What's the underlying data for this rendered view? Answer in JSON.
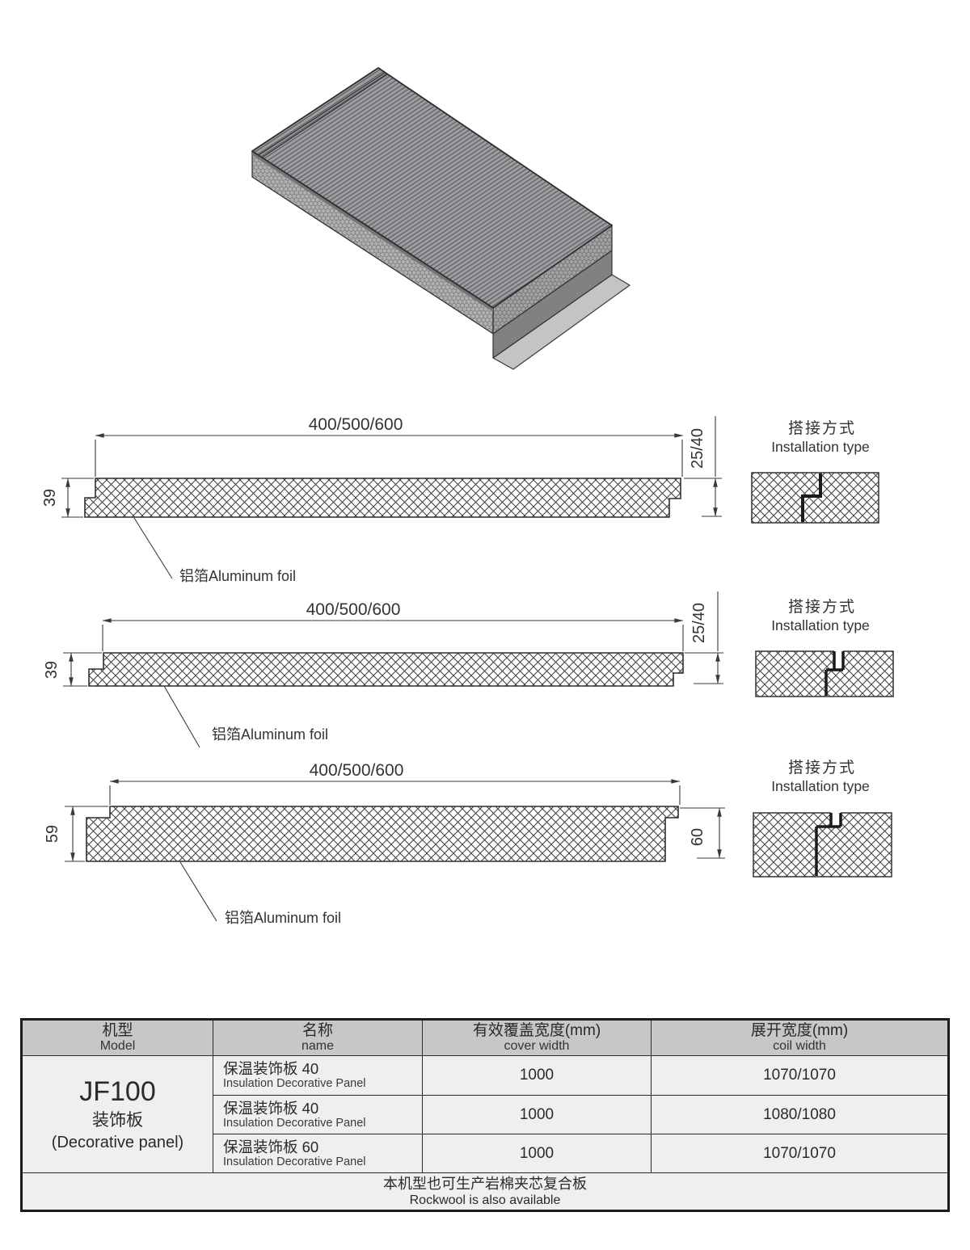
{
  "page": {
    "background": "#ffffff"
  },
  "hero": {
    "alt": "Isometric drawing of insulation decorative panel with ribbed top sheet, foam core and bottom flange"
  },
  "sections": [
    {
      "width_label": "400/500/600",
      "left_thickness": "39",
      "right_thickness": "25/40",
      "foil_label": "铝箔Aluminum foil",
      "install_zh": "搭接方式",
      "install_en": "Installation type"
    },
    {
      "width_label": "400/500/600",
      "left_thickness": "39",
      "right_thickness": "25/40",
      "foil_label": "铝箔Aluminum foil",
      "install_zh": "搭接方式",
      "install_en": "Installation type"
    },
    {
      "width_label": "400/500/600",
      "left_thickness": "59",
      "right_thickness": "60",
      "foil_label": "铝箔Aluminum foil",
      "install_zh": "搭接方式",
      "install_en": "Installation type"
    }
  ],
  "table": {
    "headers": [
      {
        "zh": "机型",
        "en": "Model"
      },
      {
        "zh": "名称",
        "en": "name"
      },
      {
        "zh": "有效覆盖宽度(mm)",
        "en": "cover width"
      },
      {
        "zh": "展开宽度(mm)",
        "en": "coil width"
      }
    ],
    "model": {
      "code": "JF100",
      "zh": "装饰板",
      "en": "(Decorative panel)"
    },
    "rows": [
      {
        "name_zh": "保温装饰板 40",
        "name_en": "Insulation Decorative Panel",
        "cover": "1000",
        "coil": "1070/1070"
      },
      {
        "name_zh": "保温装饰板 40",
        "name_en": "Insulation Decorative Panel",
        "cover": "1000",
        "coil": "1080/1080"
      },
      {
        "name_zh": "保温装饰板 60",
        "name_en": "Insulation Decorative Panel",
        "cover": "1000",
        "coil": "1070/1070"
      }
    ],
    "footer": {
      "zh": "本机型也可生产岩棉夹芯复合板",
      "en": "Rockwool is also available"
    }
  }
}
